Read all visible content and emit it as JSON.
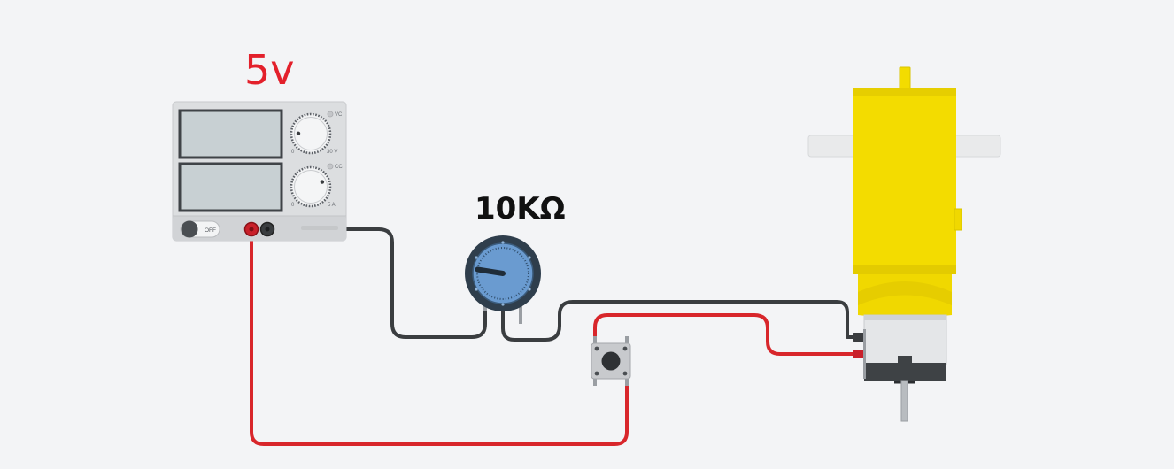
{
  "annotations": {
    "supply_voltage": "5v",
    "pot_resistance": "10KΩ"
  },
  "power_supply": {
    "voltage_scale_min": "0",
    "voltage_scale_max": "30 V",
    "current_scale_min": "0",
    "current_scale_max": "5 A",
    "voltage_mode_label": "VC",
    "current_mode_label": "CC",
    "switch_label": "OFF",
    "voltage_knob_level": 0.17,
    "current_knob_level": 0.75
  },
  "potentiometer": {
    "wiper_level": 0.2
  },
  "colors": {
    "positive_wire": "#d8262b",
    "negative_wire": "#3a3d40",
    "annotation_red": "#e3202b",
    "annotation_black": "#111111",
    "motor_yellow": "#f3dc00",
    "pot_blue": "#6a9bd0",
    "supply_body": "#dcdee0"
  }
}
